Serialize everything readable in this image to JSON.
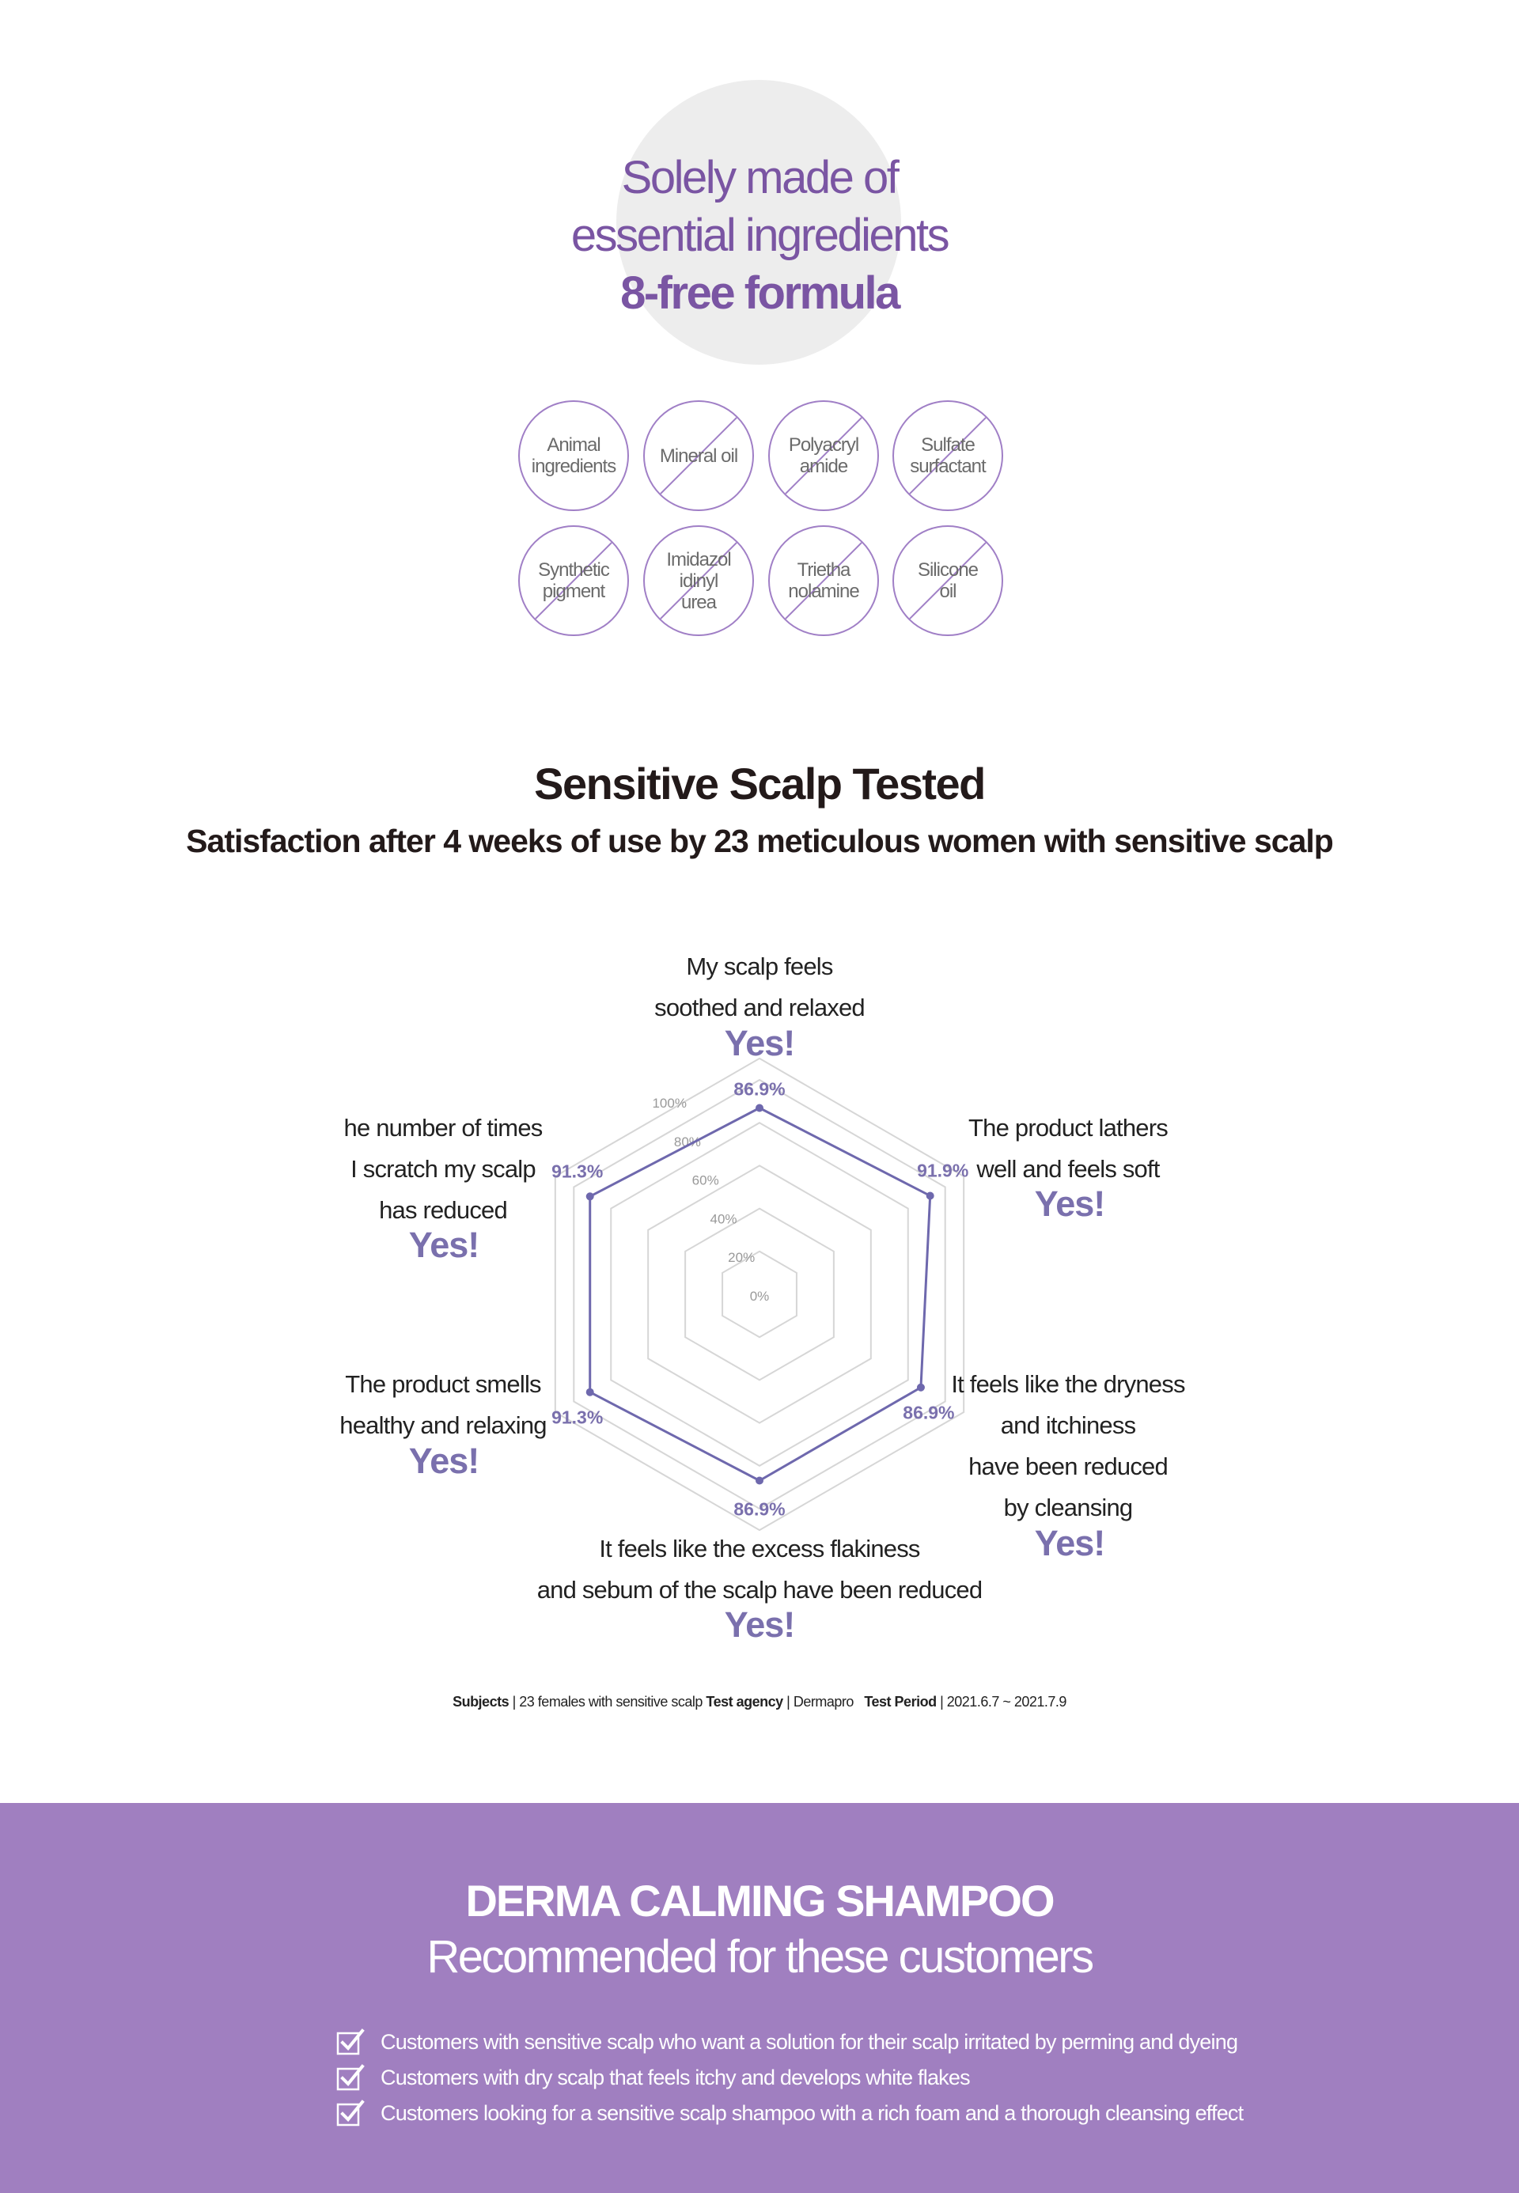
{
  "hero": {
    "line1": "Solely made of",
    "line2": "essential ingredients",
    "line3": "8-free formula"
  },
  "free_items": [
    "Animal\ningredients",
    "Mineral oil",
    "Polyacryl\namide",
    "Sulfate\nsurfactant",
    "Synthetic\npigment",
    "Imidazol\nidinyl\nurea",
    "Trietha\nnolamine",
    "Silicone\noil"
  ],
  "tested": {
    "title": "Sensitive Scalp Tested",
    "subtitle": "Satisfaction after 4 weeks of use by 23 meticulous women with sensitive scalp"
  },
  "chart_data": {
    "type": "radar",
    "axes": [
      "My scalp feels soothed and relaxed",
      "The product lathers well and feels soft",
      "It feels like the dryness and itchiness have been reduced by cleansing",
      "It feels like the excess flakiness and sebum of the scalp have been reduced",
      "The product smells healthy and relaxing",
      "he number of times I scratch my scalp has reduced"
    ],
    "values": [
      86.9,
      91.9,
      86.9,
      86.9,
      91.3,
      91.3
    ],
    "value_labels": [
      "86.9%",
      "91.9%",
      "86.9%",
      "86.9%",
      "91.3%",
      "91.3%"
    ],
    "r_ticks": [
      "0%",
      "20%",
      "40%",
      "60%",
      "80%",
      "100%"
    ],
    "rlim": [
      0,
      100
    ],
    "color": "#6e68ad",
    "answer_label": "Yes!"
  },
  "statements": {
    "top": "My scalp feels\nsoothed and relaxed",
    "top_right": "The product lathers\nwell and feels soft",
    "bottom_right": "It feels like the dryness\nand itchiness\nhave been reduced\nby cleansing",
    "bottom": "It feels like the excess flakiness\nand sebum of the scalp have been reduced",
    "bottom_left": "The product smells\nhealthy and relaxing",
    "top_left": "he number of times\nI scratch my scalp\nhas reduced"
  },
  "footnote": {
    "subjects_label": "Subjects",
    "subjects_value": "| 23 females with sensitive scalp",
    "agency_label": "Test agency",
    "agency_value": "|  Dermapro",
    "period_label": "Test Period",
    "period_value": "|  2021.6.7 ~ 2021.7.9"
  },
  "band": {
    "title": "DERMA CALMING SHAMPOO",
    "subtitle": "Recommended for these customers",
    "items": [
      "Customers with sensitive scalp who want a solution for their scalp irritated by perming and dyeing",
      "Customers with dry scalp that feels itchy and develops white flakes",
      "Customers looking for a sensitive scalp shampoo with a rich foam and a thorough cleansing effect"
    ],
    "color": "#a07fc0"
  }
}
